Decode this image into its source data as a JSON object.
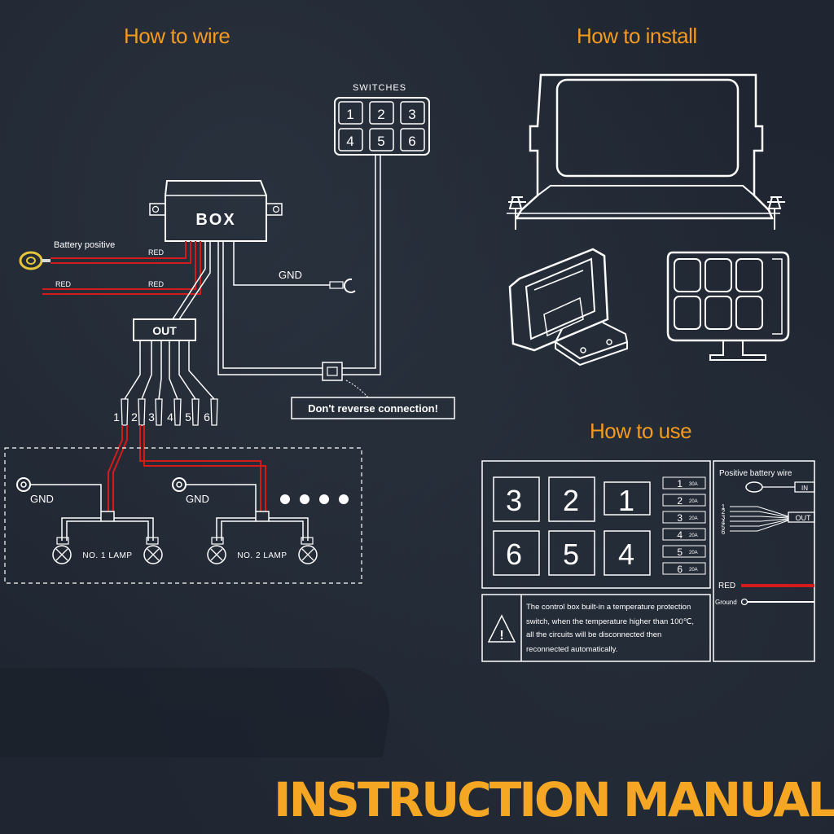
{
  "headings": {
    "wire": "How to wire",
    "install": "How to install",
    "use": "How to use",
    "manual": "INSTRUCTION MANUAL"
  },
  "wiring": {
    "switches_label": "SWITCHES",
    "switch_numbers": [
      "1",
      "2",
      "3",
      "4",
      "5",
      "6"
    ],
    "box_label": "BOX",
    "out_label": "OUT",
    "battery_label": "Battery positive",
    "red_labels": [
      "RED",
      "RED",
      "RED"
    ],
    "gnd_label": "GND",
    "warning": "Don't reverse connection!",
    "out_numbers": [
      "1",
      "2",
      "3",
      "4",
      "5",
      "6"
    ],
    "lamp_gnd_labels": [
      "GND",
      "GND"
    ],
    "lamp_labels": [
      "NO. 1 LAMP",
      "NO. 2 LAMP"
    ]
  },
  "usage": {
    "keypad": [
      "3",
      "2",
      "1",
      "6",
      "5",
      "4"
    ],
    "fuses": [
      {
        "num": "1",
        "amp": "30A"
      },
      {
        "num": "2",
        "amp": "20A"
      },
      {
        "num": "3",
        "amp": "20A"
      },
      {
        "num": "4",
        "amp": "20A"
      },
      {
        "num": "5",
        "amp": "20A"
      },
      {
        "num": "6",
        "amp": "20A"
      }
    ],
    "note_lines": [
      "The control box built-in a temperature protection",
      "switch, when the temperature higher than 100℃,",
      "all the circuits will be disconnected then",
      "reconnected automatically."
    ],
    "wire_panel": {
      "title": "Positive battery wire",
      "in": "IN",
      "out": "OUT",
      "numbers": [
        "1",
        "2",
        "3",
        "4",
        "5",
        "6"
      ],
      "red": "RED",
      "ground": "Ground"
    }
  },
  "colors": {
    "accent": "#f39a1f",
    "wire_red": "#d41b1b",
    "background": "#1f2631"
  }
}
